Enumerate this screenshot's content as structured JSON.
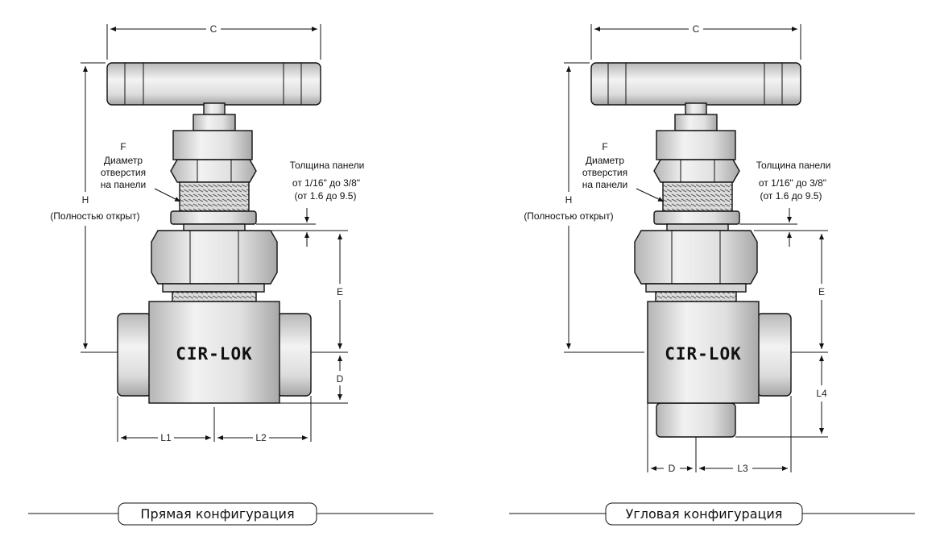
{
  "brand_text": "CIR-LOK",
  "straight": {
    "caption": "Прямая конфигурация",
    "dims": {
      "c": "C",
      "h": "H",
      "e": "E",
      "d": "D",
      "l1": "L1",
      "l2": "L2"
    },
    "h_note": "(Полностью открыт)",
    "f_label": {
      "line1": "F",
      "line2": "Диаметр",
      "line3": "отверстия",
      "line4": "на панели"
    },
    "panel": {
      "title": "Толщина панели",
      "range_in": "от 1/16\"  до 3/8\"",
      "range_mm": "(от 1.6 до 9.5)"
    }
  },
  "angle": {
    "caption": "Угловая конфигурация",
    "dims": {
      "c": "C",
      "h": "H",
      "e": "E",
      "l4": "L4",
      "d": "D",
      "l3": "L3"
    },
    "h_note": "(Полностью открыт)",
    "f_label": {
      "line1": "F",
      "line2": "Диаметр",
      "line3": "отверстия",
      "line4": "на панели"
    },
    "panel": {
      "title": "Толщина панели",
      "range_in": "от 1/16\"  до 3/8\"",
      "range_mm": "(от 1.6 до 9.5)"
    }
  },
  "colors": {
    "metal_light": "#ececec",
    "metal_mid": "#d6d6d6",
    "metal_dark": "#9a9a9a",
    "line": "#111111"
  }
}
